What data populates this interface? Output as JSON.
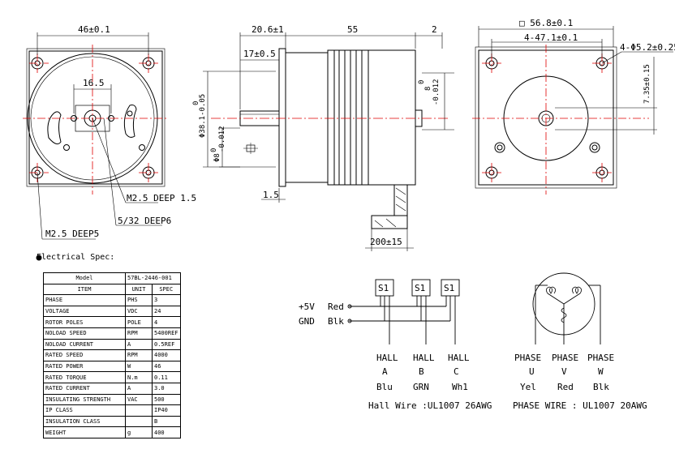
{
  "front_left": {
    "dim_width": "46±0.1",
    "dim_inner": "16.5",
    "label_m25_15": "M2.5 DEEP 1.5",
    "label_532": "5/32 DEEP6",
    "label_m25_5": "M2.5 DEEP5"
  },
  "side": {
    "dim_206": "20.6±1",
    "dim_55": "55",
    "dim_2": "2",
    "dim_17": "17±0.5",
    "dim_shaft_dia": "Φ38.1-0.05",
    "dim_shaft_dia_sub": "0",
    "dim_phi8": "Φ8",
    "dim_phi8_tol": "0",
    "dim_phi8_tol2": "-0.012",
    "dim_15": "1.5",
    "dim_8": "8",
    "dim_8_tol": "0",
    "dim_8_tol2": "-0.012",
    "dim_cable": "200±15"
  },
  "front_right": {
    "dim_square": "□ 56.8±0.1",
    "dim_hole_pitch": "4-47.1±0.1",
    "dim_holes": "4-Φ5.2±0.25",
    "dim_735": "7.35±0.15"
  },
  "electrical": {
    "title": "Electrical Spec:",
    "model_label": "Model",
    "model_value": "57BL-2446-001",
    "headers": [
      "ITEM",
      "UNIT",
      "SPEC"
    ],
    "rows": [
      [
        "PHASE",
        "PHS",
        "3"
      ],
      [
        "VOLTAGE",
        "VDC",
        "24"
      ],
      [
        "ROTOR POLES",
        "POLE",
        "4"
      ],
      [
        "NOLOAD SPEED",
        "RPM",
        "5400REF"
      ],
      [
        "NOLOAD CURRENT",
        "A",
        "0.5REF"
      ],
      [
        "RATED SPEED",
        "RPM",
        "4000"
      ],
      [
        "RATED POWER",
        "W",
        "46"
      ],
      [
        "RATED TORQUE",
        "N.m",
        "0.11"
      ],
      [
        "RATED CURRENT",
        "A",
        "3.0"
      ],
      [
        "INSULATING STRENGTH",
        "VAC",
        "500"
      ],
      [
        "IP CLASS",
        "",
        "IP40"
      ],
      [
        "INSULATION CLASS",
        "",
        "B"
      ],
      [
        "WEIGHT",
        "g",
        "400"
      ]
    ]
  },
  "hall": {
    "sensor_label": "S1",
    "plus5v": "+5V",
    "plus5v_color": "Red",
    "gnd": "GND",
    "gnd_color": "Blk",
    "sensors": [
      {
        "name": "HALL",
        "letter": "A",
        "color": "Blu"
      },
      {
        "name": "HALL",
        "letter": "B",
        "color": "GRN"
      },
      {
        "name": "HALL",
        "letter": "C",
        "color": "Wh1"
      }
    ],
    "wire_note": "Hall Wire :UL1007 26AWG"
  },
  "phase": {
    "phases": [
      {
        "name": "PHASE",
        "letter": "U",
        "color": "Yel"
      },
      {
        "name": "PHASE",
        "letter": "V",
        "color": "Red"
      },
      {
        "name": "PHASE",
        "letter": "W",
        "color": "Blk"
      }
    ],
    "wire_note": "PHASE WIRE : UL1007 20AWG"
  },
  "colors": {
    "centerline": "#e00000",
    "ink": "#000000"
  }
}
